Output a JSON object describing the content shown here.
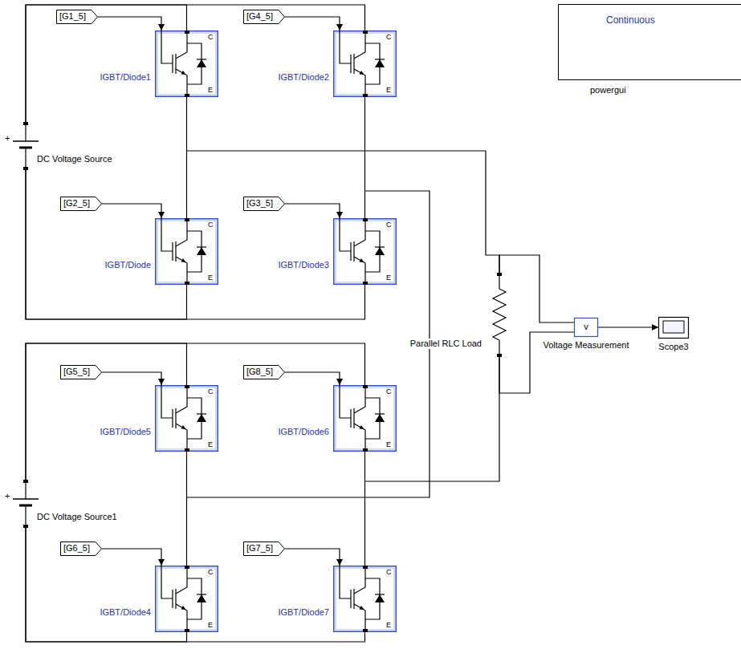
{
  "diagram": {
    "nodes": [
      {
        "text": [
          "[G1_5]"
        ]
      },
      {
        "text": [
          "IGBT/Diode1",
          "C",
          "E"
        ]
      },
      {
        "text": [
          "[G4_5]"
        ]
      },
      {
        "text": [
          "IGBT/Diode2",
          "C",
          "E"
        ]
      },
      {
        "text": [
          "Continuous",
          "powergui"
        ]
      },
      {
        "text": [
          "+",
          "DC Voltage Source"
        ]
      },
      {
        "text": [
          "[G2_5]"
        ]
      },
      {
        "text": [
          "IGBT/Diode",
          "C",
          "E"
        ]
      },
      {
        "text": [
          "[G3_5]"
        ]
      },
      {
        "text": [
          "IGBT/Diode3",
          "C",
          "E"
        ]
      },
      {
        "text": [
          "Parallel RLC Load"
        ]
      },
      {
        "text": [
          "v",
          "Voltage Measurement"
        ]
      },
      {
        "text": [
          "Scope3"
        ]
      },
      {
        "text": [
          "[G5_5]"
        ]
      },
      {
        "text": [
          "IGBT/Diode5",
          "C",
          "E"
        ]
      },
      {
        "text": [
          "[G8_5]"
        ]
      },
      {
        "text": [
          "IGBT/Diode6",
          "C",
          "E"
        ]
      },
      {
        "text": [
          "+",
          "DC Voltage Source1"
        ]
      },
      {
        "text": [
          "[G6_5]"
        ]
      },
      {
        "text": [
          "IGBT/Diode4",
          "C",
          "E"
        ]
      },
      {
        "text": [
          "[G7_5]"
        ]
      },
      {
        "text": [
          "IGBT/Diode7",
          "C",
          "E"
        ]
      }
    ],
    "edges": [
      {
        "from": 0,
        "to": 1,
        "arrow": "to"
      },
      {
        "from": 2,
        "to": 3,
        "arrow": "to"
      },
      {
        "from": 5,
        "to": 1,
        "arrow": "none"
      },
      {
        "from": 5,
        "to": 3,
        "arrow": "none"
      },
      {
        "from": 1,
        "to": 7,
        "arrow": "none"
      },
      {
        "from": 3,
        "to": 9,
        "arrow": "none"
      },
      {
        "from": 6,
        "to": 7,
        "arrow": "to"
      },
      {
        "from": 8,
        "to": 9,
        "arrow": "to"
      },
      {
        "from": 7,
        "to": 5,
        "arrow": "none"
      },
      {
        "from": 9,
        "to": 5,
        "arrow": "none"
      },
      {
        "from": 10,
        "to": 11,
        "arrow": "none"
      },
      {
        "from": 10,
        "to": 11,
        "arrow": "none"
      },
      {
        "from": 11,
        "to": 12,
        "arrow": "to"
      },
      {
        "from": 13,
        "to": 14,
        "arrow": "to"
      },
      {
        "from": 15,
        "to": 16,
        "arrow": "to"
      },
      {
        "from": 17,
        "to": 14,
        "arrow": "none"
      },
      {
        "from": 17,
        "to": 16,
        "arrow": "none"
      },
      {
        "from": 14,
        "to": 19,
        "arrow": "none"
      },
      {
        "from": 16,
        "to": 21,
        "arrow": "none"
      },
      {
        "from": 18,
        "to": 19,
        "arrow": "to"
      },
      {
        "from": 20,
        "to": 21,
        "arrow": "to"
      },
      {
        "from": 19,
        "to": 17,
        "arrow": "none"
      },
      {
        "from": 21,
        "to": 17,
        "arrow": "none"
      }
    ]
  }
}
